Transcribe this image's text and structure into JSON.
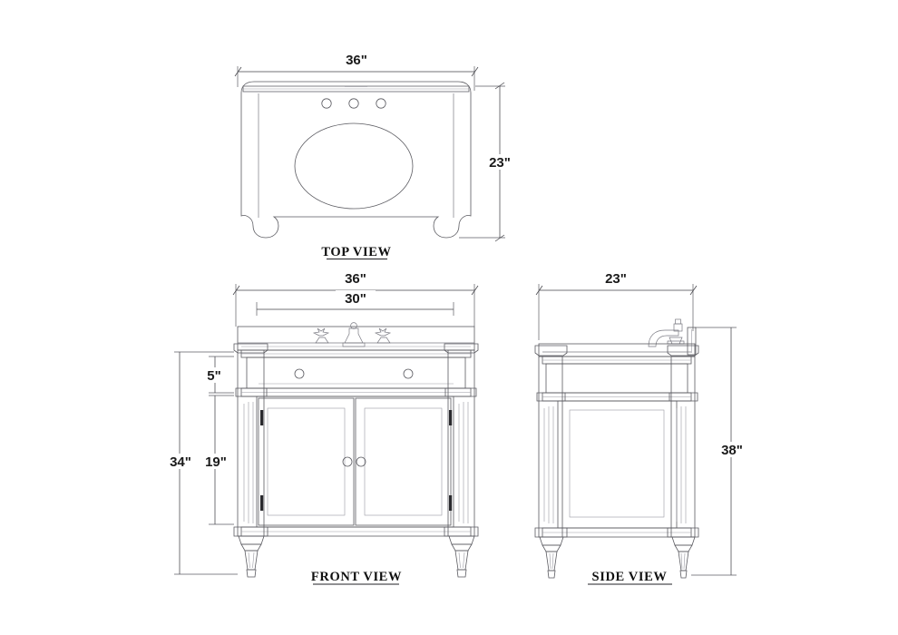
{
  "drawing": {
    "title": "Bathroom Vanity Dimensioned Drawing",
    "units": "inches",
    "line_color": "#5a5a60",
    "text_color": "#1a1a1a"
  },
  "views": {
    "top": {
      "title": "TOP VIEW",
      "dim_width": "36\"",
      "dim_depth": "23\"",
      "features": {
        "faucet_holes": 3,
        "basin": "oval",
        "backsplash": "rear ledge"
      }
    },
    "front": {
      "title": "FRONT  VIEW",
      "dim_overall_width": "36\"",
      "dim_cabinet_width": "30\"",
      "dim_overall_height": "34\"",
      "dim_door_height": "19\"",
      "dim_drawer_height": "5\"",
      "features": {
        "doors": 2,
        "door_knobs": 2,
        "drawer_knobs": 2,
        "legs": 2,
        "faucet": "widespread 3-hole"
      }
    },
    "side": {
      "title": "SIDE  VIEW",
      "dim_depth": "23\"",
      "dim_height": "38\"",
      "features": {
        "panel": "recessed side panel",
        "faucet": "spout with handle",
        "backsplash": "vertical riser"
      }
    }
  },
  "dimension_labels": {
    "top_width": "36\"",
    "top_depth": "23\"",
    "front_width": "36\"",
    "front_inner_width": "30\"",
    "front_height": "34\"",
    "front_door": "19\"",
    "front_drawer": "5\"",
    "side_depth": "23\"",
    "side_height": "38\""
  }
}
